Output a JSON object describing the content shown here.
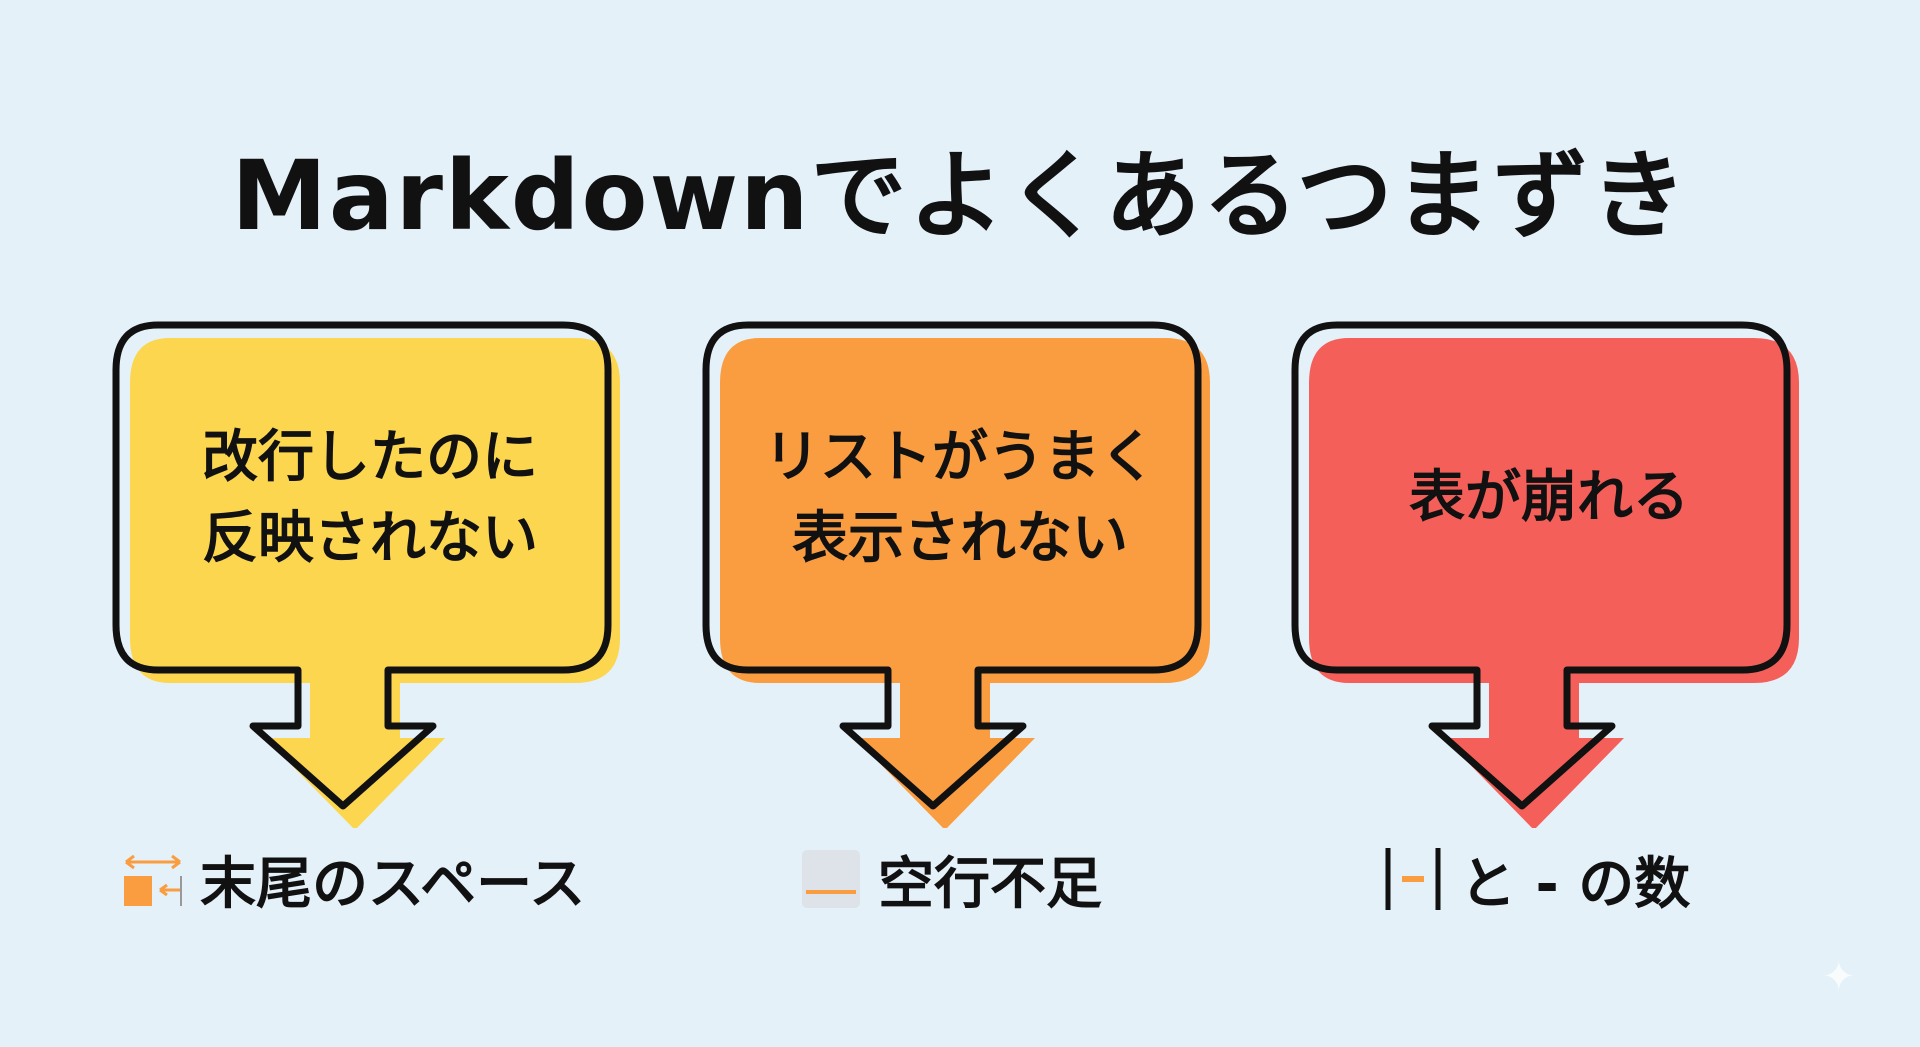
{
  "title": "Markdownでよくあるつまずき",
  "cards": [
    {
      "line1": "改行したのに",
      "line2": "反映されない",
      "cause": "末尾のスペース",
      "color": "#fcd64f",
      "icon": "trailing-space-icon"
    },
    {
      "line1": "リストがうまく",
      "line2": "表示されない",
      "cause": "空行不足",
      "color": "#f99d40",
      "icon": "blank-line-icon"
    },
    {
      "line1": "表が崩れる",
      "line2": "",
      "cause": "と - の数",
      "color": "#f55f5a",
      "icon": "table-pipe-icon"
    }
  ]
}
